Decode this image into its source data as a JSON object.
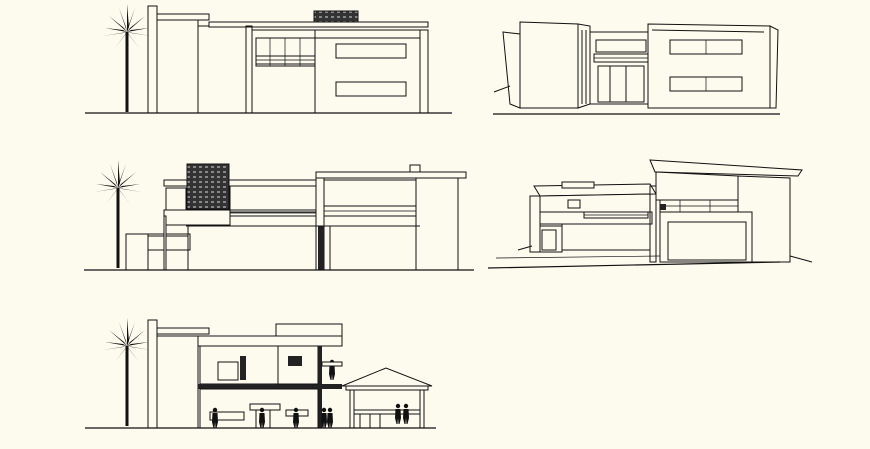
{
  "drawing": {
    "background": "#fdfbee",
    "line_color": "#111111",
    "views": [
      {
        "id": "front-elevation"
      },
      {
        "id": "perspective-view-1"
      },
      {
        "id": "side-elevation"
      },
      {
        "id": "perspective-view-2"
      },
      {
        "id": "section-view"
      }
    ]
  }
}
